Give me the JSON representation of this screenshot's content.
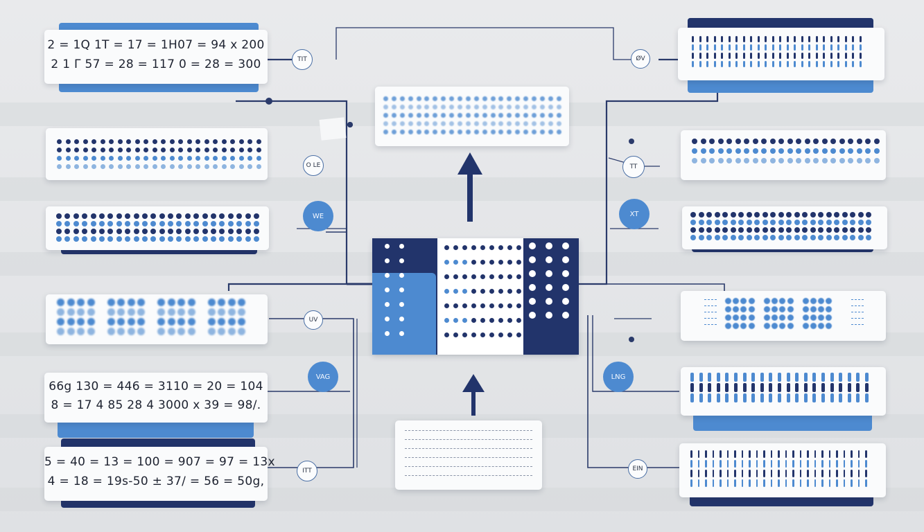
{
  "left_equations": {
    "top": [
      "2 = 1Q 1T = 17 = 1H07 = 94 x 200",
      "2 1 Γ 57 = 28 = 117 0 = 28 = 300"
    ],
    "middle": [
      "66g 130 = 446 = 3110 = 20 = 104",
      "8 = 17 4 85 28 4 3000 x 39 = 98/."
    ],
    "bottom": [
      "5 = 40 = 13 = 100 = 907 = 97 = 13x",
      "4 = 18 = 19s-50 ± 37/ = 56 = 50g,"
    ]
  },
  "badges": {
    "b1": "TIT",
    "b2": "O LE",
    "b3": "WE",
    "b4": "UV",
    "b5": "VAG",
    "b6": "ITT",
    "b7": "ØV",
    "b8": "TT",
    "b9": "XT",
    "b10": "LNG",
    "b11": "EIN"
  },
  "colors": {
    "navy": "#22346b",
    "blue": "#4d8ad0",
    "light_blue": "#8fb5e0",
    "card": "#fafbfc",
    "wire": "#2a3a6a"
  }
}
